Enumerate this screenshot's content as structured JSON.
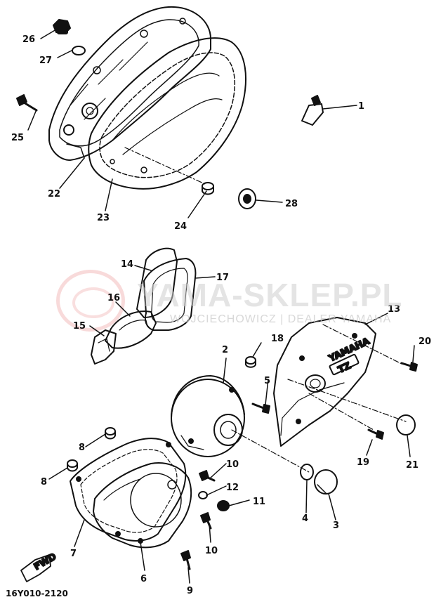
{
  "diagram": {
    "callouts": [
      "1",
      "2",
      "3",
      "4",
      "5",
      "6",
      "7",
      "8",
      "8",
      "9",
      "10",
      "10",
      "11",
      "12",
      "13",
      "14",
      "15",
      "16",
      "17",
      "18",
      "19",
      "20",
      "21",
      "22",
      "23",
      "24",
      "25",
      "26",
      "27",
      "28"
    ],
    "cover_label_line1": "YAMAHA",
    "cover_label_line2": "TZ",
    "fwd_label": "FWD",
    "diagram_code": "16Y010-2120"
  },
  "watermark": {
    "text": "YAMA-SKLEP.PL",
    "subtext": "WOJCIECHOWICZ | DEALER YAMAHA"
  }
}
